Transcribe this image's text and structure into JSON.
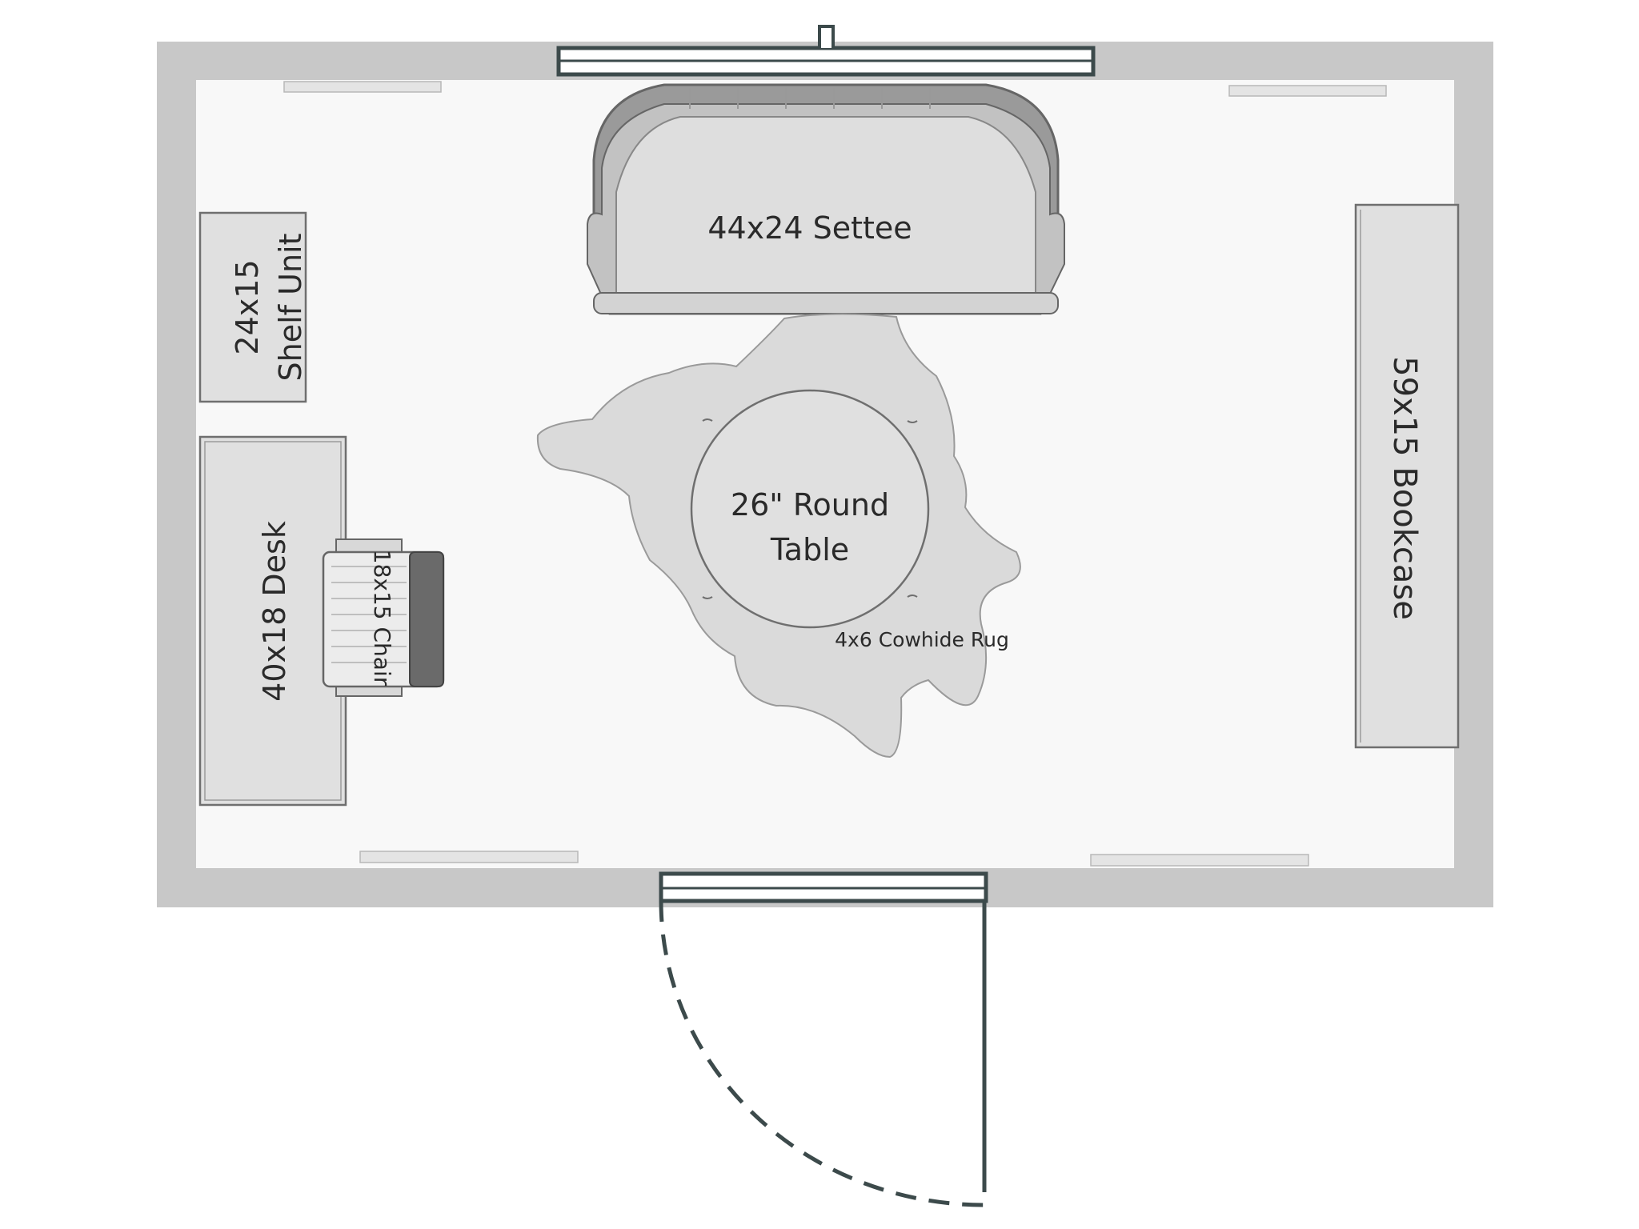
{
  "colors": {
    "wall": "#c8c8c8",
    "floor": "#f8f8f8",
    "outline": "#3c4a4b",
    "furniture": "#e0e0e0",
    "rug": "#dadada",
    "heater": "#e4e4e4"
  },
  "furniture": {
    "settee": {
      "label": "44x24 Settee"
    },
    "shelf_unit": {
      "label_line1": "24x15",
      "label_line2": "Shelf Unit"
    },
    "desk": {
      "label": "40x18 Desk"
    },
    "chair": {
      "label": "18x15 Chair"
    },
    "round_table": {
      "label_line1": "26\" Round",
      "label_line2": "Table"
    },
    "rug": {
      "label": "4x6 Cowhide Rug"
    },
    "bookcase": {
      "label": "59x15 Bookcase"
    }
  },
  "icons": {
    "window": "window-icon",
    "door": "door-icon",
    "heater": "radiator-icon"
  }
}
